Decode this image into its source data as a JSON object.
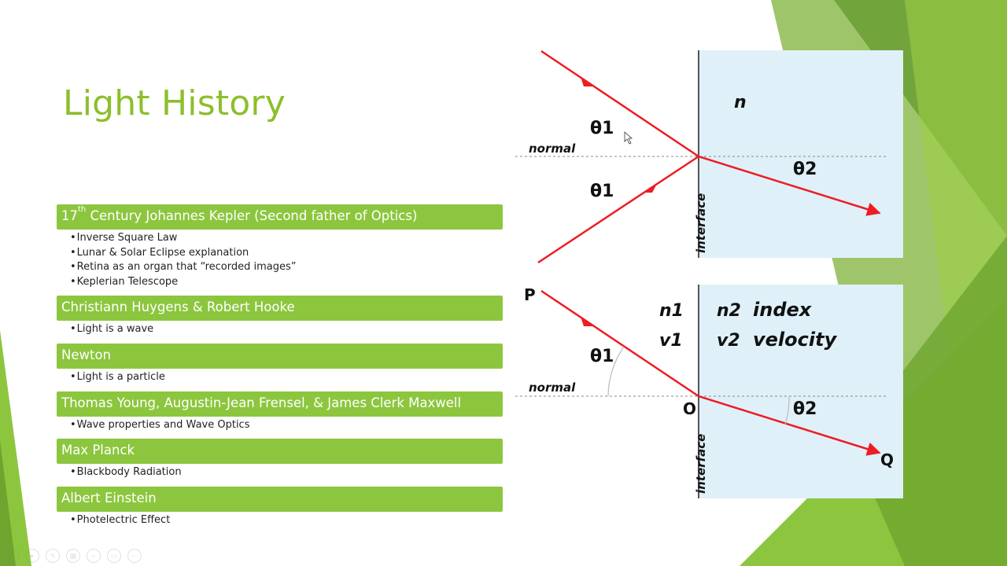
{
  "slide": {
    "title": "Light History",
    "colors": {
      "accent": "#8cc63e",
      "title": "#8cbf2a",
      "ray": "#ee1c24",
      "medium": "#dff0f8"
    }
  },
  "sections": [
    {
      "heading": "17",
      "heading_sup": "th",
      "heading_rest": " Century Johannes Kepler (Second father of Optics)",
      "items": [
        "Inverse Square Law",
        "Lunar & Solar Eclipse explanation",
        "Retina as an organ that “recorded images”",
        "Keplerian Telescope"
      ]
    },
    {
      "heading": "Christiann Huygens & Robert Hooke",
      "items": [
        "Light is a wave"
      ]
    },
    {
      "heading": "Newton",
      "items": [
        "Light is a particle"
      ]
    },
    {
      "heading": "Thomas Young, Augustin-Jean Frensel, & James Clerk Maxwell",
      "items": [
        "Wave properties and Wave Optics"
      ]
    },
    {
      "heading": "Max Planck",
      "items": [
        "Blackbody Radiation"
      ]
    },
    {
      "heading": "Albert Einstein",
      "items": [
        "Photelectric Effect"
      ]
    }
  ],
  "diagram": {
    "top": {
      "n": "n",
      "theta1": "θ1",
      "theta1b": "θ1",
      "theta2": "θ2",
      "normal": "normal",
      "interface": "interface"
    },
    "bottom": {
      "P": "P",
      "O": "O",
      "Q": "Q",
      "n1": "n1",
      "v1": "v1",
      "n2": "n2",
      "index": "index",
      "v2": "v2",
      "velocity": "velocity",
      "theta1": "θ1",
      "theta2": "θ2",
      "normal": "normal",
      "interface": "interface"
    }
  },
  "toolbar": {
    "icons": [
      "prev-icon",
      "next-icon",
      "pen-icon",
      "slides-icon",
      "zoom-icon",
      "subtitles-icon",
      "more-icon"
    ]
  }
}
